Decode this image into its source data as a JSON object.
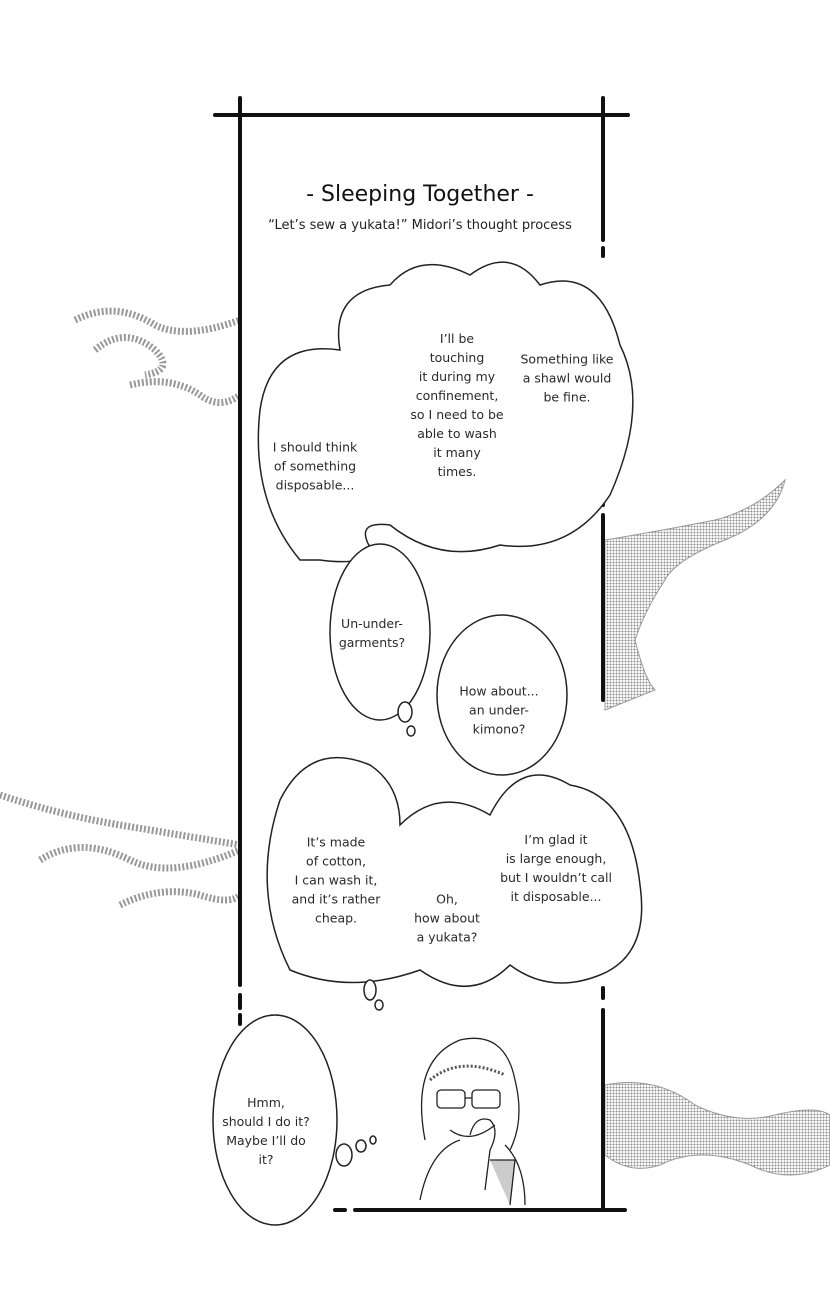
{
  "title": "- Sleeping Together -",
  "subtitle": "“Let’s sew a yukata!” Midori’s thought process",
  "bubbles": {
    "disposable": "I should think\nof something\ndisposable...",
    "touching": "I’ll be\ntouching\nit during my\nconfinement,\nso I need to be\nable to wash\nit many\ntimes.",
    "shawl": "Something like\na shawl would\nbe fine.",
    "undergarments": "Un-under-\ngarments?",
    "underkimono": "How about...\nan under-\nkimono?",
    "cotton": "It’s made\nof cotton,\nI can wash it,\nand it’s rather\ncheap.",
    "yukata": "Oh,\nhow about\na yukata?",
    "glad": "I’m glad it\nis large enough,\nbut I wouldn’t call\nit disposable...",
    "hmm": "Hmm,\nshould I do it?\nMaybe I’ll do\nit?"
  }
}
